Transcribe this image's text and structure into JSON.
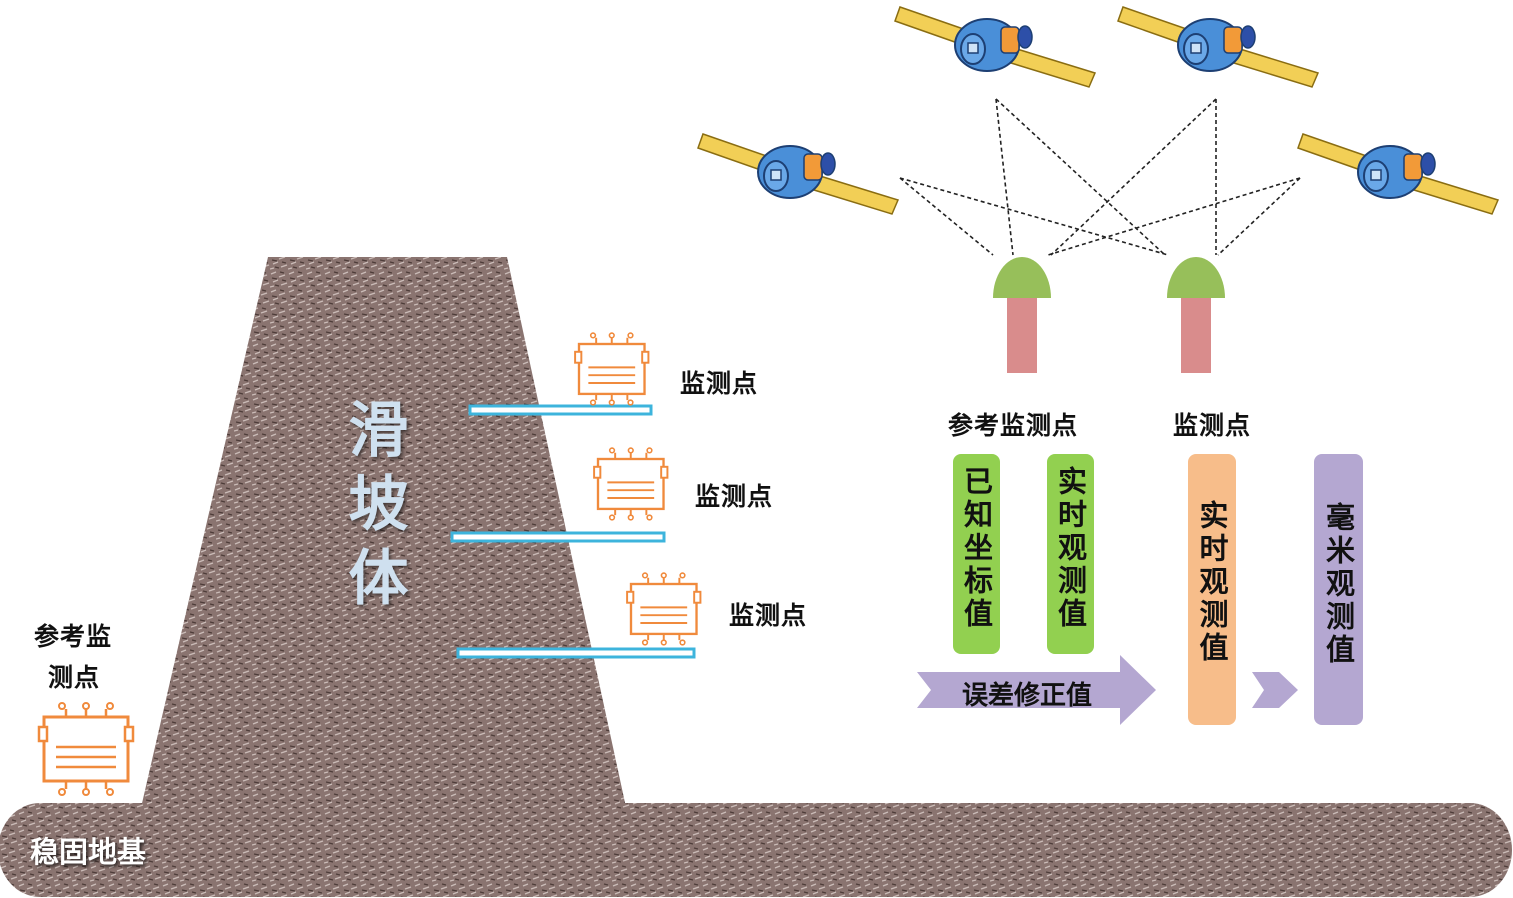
{
  "slope_label": "滑坡体",
  "ground_label": "稳固地基",
  "left_reference_label_line1": "参考监",
  "left_reference_label_line2": "测点",
  "slope_points": [
    "监测点",
    "监测点",
    "监测点"
  ],
  "station_labels": {
    "reference": "参考监测点",
    "monitor": "监测点"
  },
  "bars": {
    "known_coords": "已知坐标值",
    "ref_realtime": "实时观测值",
    "mon_realtime": "实时观测值",
    "millimeter": "毫米观测值"
  },
  "correction_arrow_label": "误差修正值",
  "colors": {
    "rock": "#8a7470",
    "sensor": "#f08a3c",
    "strip": "#3db4dc",
    "dome": "#97bf5a",
    "pole": "#d98c8c",
    "green_bar": "#92d050",
    "orange_bar": "#f7bd8a",
    "purple": "#b4a7d1",
    "satellite_body": "#4a8fd8",
    "satellite_panel": "#f2cf56"
  }
}
